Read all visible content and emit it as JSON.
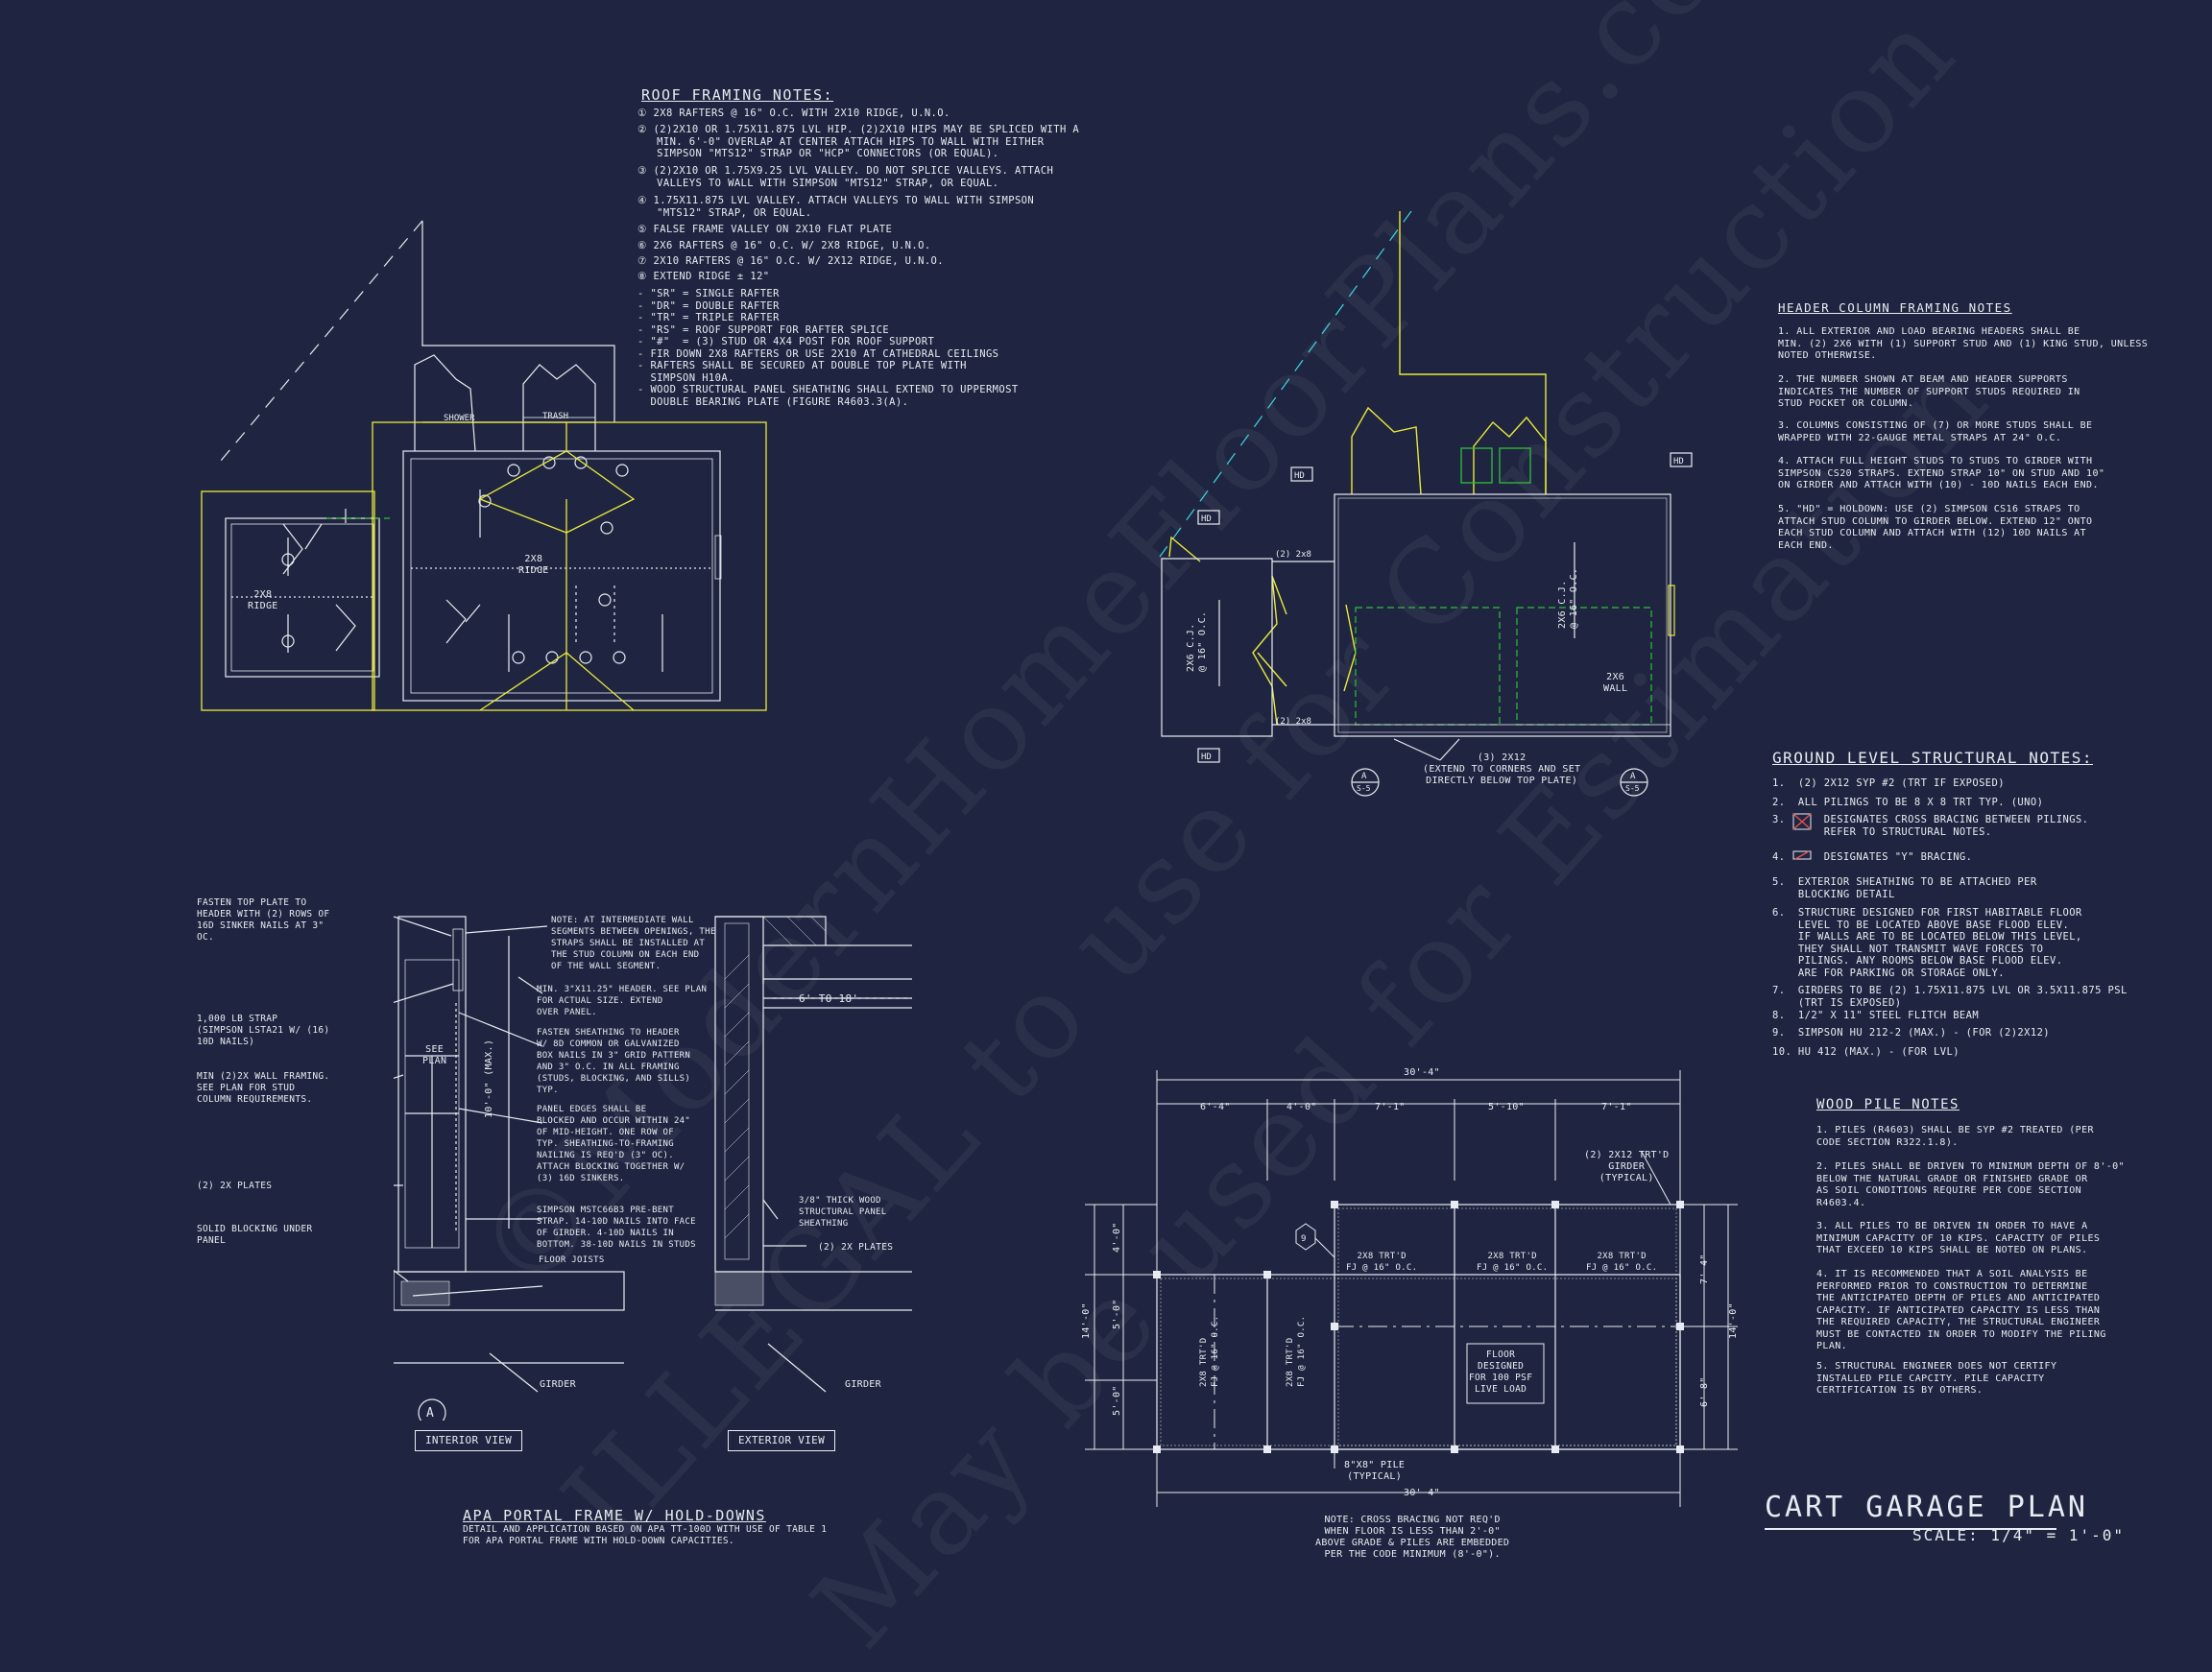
{
  "roof_framing_notes": {
    "heading": "Roof Framing Notes:",
    "items": [
      "① 2x8 RAFTERS @ 16\" O.C. WITH 2X10 RIDGE, U.N.O.",
      "② (2)2x10 OR 1.75x11.875 LVL HIP. (2)2x10 HIPS MAY BE SPLICED WITH A\n   MIN. 6'-0\" OVERLAP AT CENTER ATTACH HIPS TO WALL WITH EITHER\n   SIMPSON \"MTS12\" STRAP OR \"HCP\" CONNECTORS (OR EQUAL).",
      "③ (2)2x10 OR 1.75x9.25 LVL VALLEY. DO NOT SPLICE VALLEYS. ATTACH\n   VALLEYS TO WALL WITH SIMPSON \"MTS12\" STRAP, OR EQUAL.",
      "④ 1.75x11.875 LVL VALLEY. ATTACH VALLEYS TO WALL WITH SIMPSON\n   \"MTS12\" STRAP, OR EQUAL.",
      "⑤ FALSE FRAME VALLEY ON 2x10 FLAT PLATE",
      "⑥ 2x6 RAFTERS @ 16\" O.C. W/ 2x8 RIDGE, U.N.O.",
      "⑦ 2x10 RAFTERS @ 16\" O.C. W/ 2x12 RIDGE, U.N.O.",
      "⑧ EXTEND RIDGE ± 12\"",
      "- \"SR\" = SINGLE RAFTER\n- \"DR\" = DOUBLE RAFTER\n- \"TR\" = TRIPLE RAFTER\n- \"RS\" = ROOF SUPPORT FOR RAFTER SPLICE\n- \"#\"  = (3) STUD OR 4x4 POST FOR ROOF SUPPORT\n- FIR DOWN 2x8 RAFTERS OR USE 2x10 AT CATHEDRAL CEILINGS\n- RAFTERS SHALL BE SECURED AT DOUBLE TOP PLATE WITH\n  SIMPSON H10A.\n- WOOD STRUCTURAL PANEL SHEATHING SHALL EXTEND TO UPPERMOST\n  DOUBLE BEARING PLATE (FIGURE R4603.3(A)."
    ]
  },
  "header_column_notes": {
    "heading": "Header Column Framing Notes",
    "items": [
      "1. ALL EXTERIOR AND LOAD BEARING HEADERS SHALL BE\nMIN. (2) 2x6 WITH (1) SUPPORT STUD AND (1) KING STUD, UNLESS\nNOTED OTHERWISE.",
      "2. THE NUMBER SHOWN AT BEAM AND HEADER SUPPORTS\nINDICATES THE NUMBER OF SUPPORT STUDS REQUIRED IN\nSTUD POCKET OR COLUMN.",
      "3. COLUMNS CONSISTING OF (7) OR MORE STUDS SHALL BE\nWRAPPED WITH 22-GAUGE METAL STRAPS AT 24\" O.C.",
      "4. ATTACH FULL HEIGHT STUDS TO STUDS TO GIRDER WITH\nSIMPSON CS20 STRAPS. EXTEND STRAP 10\" ON STUD AND 10\"\nON GIRDER AND ATTACH WITH (10) - 10d NAILS EACH END.",
      "5. \"HD\" = HOLDOWN: USE (2) SIMPSON CS16 STRAPS TO\nATTACH STUD COLUMN TO GIRDER BELOW. EXTEND 12\" ONTO\nEACH STUD COLUMN AND ATTACH WITH (12) 10d NAILS AT\nEACH END."
    ]
  },
  "ground_level_notes": {
    "heading": "Ground Level Structural Notes:",
    "items": [
      "1.  (2) 2x12 SYP #2 (TRT IF EXPOSED)",
      "2.  ALL PILINGS TO BE 8 x 8 TRT TYP. (UNO)",
      "3.      DESIGNATES CROSS BRACING BETWEEN PILINGS.\n        REFER TO STRUCTURAL NOTES.",
      "4.      DESIGNATES \"Y\" BRACING.",
      "5.  EXTERIOR SHEATHING TO BE ATTACHED PER\n    BLOCKING DETAIL",
      "6.  STRUCTURE DESIGNED FOR FIRST HABITABLE FLOOR\n    LEVEL TO BE LOCATED ABOVE BASE FLOOD ELEV.\n    IF WALLS ARE TO BE LOCATED BELOW THIS LEVEL,\n    THEY SHALL NOT TRANSMIT WAVE FORCES TO\n    PILINGS. ANY ROOMS BELOW BASE FLOOD ELEV.\n    ARE FOR PARKING OR STORAGE ONLY.",
      "7.  GIRDERS TO BE (2) 1.75x11.875 LVL OR 3.5x11.875 PSL\n    (TRT IS EXPOSED)",
      "8.  1/2\" x 11\" STEEL FLITCH BEAM",
      "9.  SIMPSON HU 212-2 (MAX.) - (FOR (2)2x12)",
      "10. HU 412 (MAX.) - (FOR LVL)"
    ]
  },
  "wood_pile_notes": {
    "heading": "Wood Pile Notes",
    "items": [
      "1. PILES (R4603) SHALL BE SYP #2 TREATED (PER\nCODE SECTION R322.1.8).",
      "2. PILES SHALL BE DRIVEN TO MINIMUM DEPTH OF 8'-0\"\nBELOW THE NATURAL GRADE OR FINISHED GRADE OR\nAS SOIL CONDITIONS REQUIRE PER CODE SECTION\nR4603.4.",
      "3. ALL PILES TO BE DRIVEN IN ORDER TO HAVE A\nMINIMUM CAPACITY OF 10 KIPS. CAPACITY OF PILES\nTHAT EXCEED 10 KIPS SHALL BE NOTED ON PLANS.",
      "4. IT IS RECOMMENDED THAT A SOIL ANALYSIS BE\nPERFORMED PRIOR TO CONSTRUCTION TO DETERMINE\nTHE ANTICIPATED DEPTH OF PILES AND ANTICIPATED\nCAPACITY. IF ANTICIPATED CAPACITY IS LESS THAN\nTHE REQUIRED CAPACITY, THE STRUCTURAL ENGINEER\nMUST BE CONTACTED IN ORDER TO MODIFY THE PILING\nPLAN.",
      "5. STRUCTURAL ENGINEER DOES NOT CERTIFY\nINSTALLED PILE CAPCITY. PILE CAPACITY\nCERTIFICATION IS BY OTHERS."
    ]
  },
  "roof_plan": {
    "shower": "SHOWER",
    "trash": "TRASH",
    "ridge_main": "2x8\nRIDGE",
    "ridge_side": "2x8\nRIDGE"
  },
  "wall_plan": {
    "hd": "HD",
    "header_top": "(2) 2x8",
    "header_bottom": "(2) 2x8",
    "joist_side": "2x6 C.J.\n@ 16\" O.C.",
    "joist_main": "2x6 C.J.\n@ 16\" O.C.",
    "wall_2x6": "2x6\nWALL",
    "beam_note": "(3) 2x12\n(EXTEND TO CORNERS AND SET\nDIRECTLY BELOW TOP PLATE)",
    "section_mark": "A",
    "section_sheet": "S-5"
  },
  "portal_detail": {
    "left_labels": [
      "FASTEN TOP PLATE TO\nHEADER WITH (2) ROWS OF\n16d SINKER NAILS AT 3\"\nOC.",
      "1,000 LB STRAP\n(SIMPSON LSTA21 W/ (16)\n10d NAILS)",
      "MIN (2)2X WALL FRAMING.\nSEE PLAN FOR STUD\nCOLUMN REQUIREMENTS.",
      "(2) 2x PLATES",
      "SOLID BLOCKING UNDER\nPANEL"
    ],
    "right_labels": [
      "NOTE: AT INTERMEDIATE WALL\nSEGMENTS BETWEEN OPENINGS, THE\nSTRAPS SHALL BE INSTALLED AT\nTHE STUD COLUMN ON EACH END\nOF THE WALL SEGMENT.",
      "MIN. 3\"x11.25\" HEADER. SEE PLAN\nFOR ACTUAL SIZE. EXTEND\nOVER PANEL.",
      "FASTEN SHEATHING TO HEADER\nW/ 8d COMMON OR GALVANIZED\nBOX NAILS IN 3\" GRID PATTERN\nAND 3\" O.C. IN ALL FRAMING\n(STUDS, BLOCKING, AND SILLS)\nTYP.",
      "PANEL EDGES SHALL BE\nBLOCKED AND OCCUR WITHIN 24\"\nOF MID-HEIGHT. ONE ROW OF\nTYP. SHEATHING-TO-FRAMING\nNAILING IS REQ'D (3\" OC).\nATTACH BLOCKING TOGETHER W/\n(3) 16d SINKERS.",
      "SIMPSON MSTC66B3 PRE-BENT\nSTRAP. 14-10d NAILS INTO FACE\nOF GIRDER. 4-10d NAILS IN\nBOTTOM. 38-10d NAILS IN STUDS",
      "FLOOR JOISTS"
    ],
    "see_plan": "SEE\nPLAN",
    "height": "10'-0\" (MAX.)",
    "span": "6' TO 18'",
    "sheathing": "3/8\" THICK WOOD\nSTRUCTURAL PANEL\nSHEATHING",
    "plates_right": "(2) 2x PLATES",
    "girder_left": "GIRDER",
    "girder_right": "GIRDER",
    "interior_view": "INTERIOR VIEW",
    "exterior_view": "EXTERIOR VIEW",
    "mark": "A",
    "title": "APA Portal Frame W/ Hold-Downs",
    "subtitle": "DETAIL AND APPLICATION BASED ON APA TT-100D WITH USE OF TABLE 1\nFOR APA PORTAL FRAME WITH HOLD-DOWN CAPACITIES."
  },
  "foundation_plan": {
    "overall_top": "30'-4\"",
    "overall_bottom": "30'-4\"",
    "dims_top": [
      "6'-4\"",
      "4'-0\"",
      "7'-1\"",
      "5'-10\"",
      "7'-1\""
    ],
    "dims_left": [
      "4'-0\"",
      "5'-0\"",
      "5'-0\""
    ],
    "overall_left": "14'-0\"",
    "overall_right": "14'-0\"",
    "dims_right": [
      "7'-4\"",
      "6'-8\""
    ],
    "girder_note": "(2) 2x12 TRT'D\nGIRDER\n(TYPICAL)",
    "joist_labels": [
      "2x8 TRT'D\nFJ @ 16\" O.C.",
      "2x8 TRT'D\nFJ @ 16\" O.C.",
      "2x8 TRT'D\nFJ @ 16\" O.C."
    ],
    "joist_vertical": [
      "2x8 TRT'D\nFJ @ 16\" O.C.",
      "2x8 TRT'D\nFJ @ 16\" O.C."
    ],
    "floor_box": "FLOOR\nDESIGNED\nFOR 100 PSF\nLIVE LOAD",
    "pile_note": "8\"x8\" PILE\n(TYPICAL)",
    "tag": "9",
    "bottom_note": "NOTE: CROSS BRACING NOT REQ'D\nWHEN FLOOR IS LESS THAN 2'-0\"\nABOVE GRADE & PILES ARE EMBEDDED\nPER THE CODE MINIMUM (8'-0\")."
  },
  "sheet": {
    "title": "Cart Garage Plan",
    "scale": "SCALE: 1/4\" = 1'-0\""
  },
  "watermark": {
    "line1": "©ModernHomeFloorPlans.com",
    "line2": "ILLEGAL to use for Construction",
    "line3": "May be used for Estimation"
  },
  "colors": {
    "background": "#1f2540",
    "line": "#e8ecf2",
    "accent_yellow": "#e9e93a",
    "accent_green": "#2fbf3a",
    "accent_cyan": "#3fd6e0"
  }
}
